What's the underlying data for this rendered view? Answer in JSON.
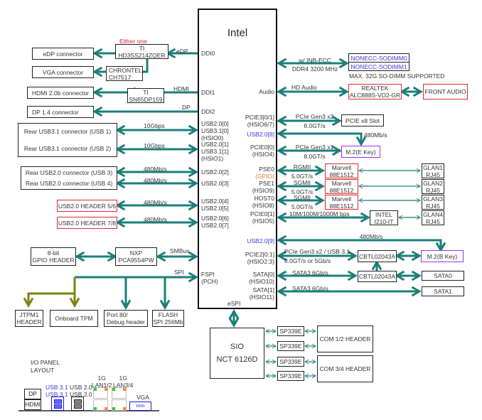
{
  "cpu": {
    "title": "Intel",
    "pins_left": {
      "ddi0": "DDI0",
      "ddi1": "DDI1",
      "ddi2": "DDI2",
      "usb0": [
        "USB2.0[0]",
        "USB3.1[0]",
        "(HSIO0)"
      ],
      "usb1": [
        "USB2.0[1]",
        "USB3.1[1]",
        "(HSIO1)"
      ],
      "usb2": "USB2.0[2]",
      "usb3": "USB2.0[3]",
      "usb45": [
        "USB2.0[4]",
        "USB2.0[5]"
      ],
      "usb67": [
        "USB2.0[6]",
        "USB2.0[7]"
      ],
      "fspi": [
        "FSPI",
        "(PCH)"
      ],
      "espi": "eSPI"
    },
    "pins_right": {
      "audio": "Audio",
      "pcie3": [
        "PCIE3[0/1]",
        "(HSIO6/7)"
      ],
      "usb8": "USB2.0[8]",
      "pcie00": [
        "PCIE0[0]",
        "(HSIO4)"
      ],
      "pse0": [
        "PSE0",
        "(GPIO)"
      ],
      "pse1": [
        "PSE1",
        "(HSIO9)"
      ],
      "host0": [
        "HOST0",
        "(HSIO8)"
      ],
      "pcie01": [
        "PCIE0[1]",
        "(HSIO5)"
      ],
      "usb9": "USB2.0[9]",
      "pcie2": [
        "PCIE2[0:1]",
        "(HSIO2:3)"
      ],
      "sata0": [
        "SATA[0]",
        "(HSIO10)"
      ],
      "sata1": [
        "SATA[1]",
        "(HSIO11)"
      ]
    }
  },
  "display": {
    "either_one": "Either one",
    "edp_label": "eDP",
    "hdmi_label": "HDMI",
    "dp_label": "DP",
    "ti_switch": [
      "TI",
      "HD3SS214ZQER"
    ],
    "chrontel": [
      "CHRONTEL",
      "CH7517"
    ],
    "ti_retimer": [
      "TI",
      "SN65DP159"
    ],
    "edp_connector": "eDP connector",
    "vga_connector": "VGA connector",
    "hdmi_connector": "HDMI 2.0b connector",
    "dp_connector": "DP 1.4 connector"
  },
  "usb": {
    "usb1": "Rear USB3.1 connector (USB 1)",
    "usb2": "Rear USB3.1 connector (USB 2)",
    "usb3": "Rear USB2.0 connector (USB 3)",
    "usb4": "Rear USB2.0 connector (USB 4)",
    "header56": "USB2.0 HEADER 5/6",
    "header78": "USB2.0 HEADER 7/8",
    "speed_10g": "10Gbps",
    "speed_480": "480Mb/s"
  },
  "misc_left": {
    "gpio_header": [
      "8-bit",
      "GPIO HEADER"
    ],
    "nxp": [
      "NXP",
      "PCA9554PW"
    ],
    "smbus": "SMBus",
    "spi": "SPI",
    "jtpm": [
      "JTPM1",
      "HEADER"
    ],
    "onboard_tpm": "Onboard TPM",
    "port80": [
      "Port 80/",
      "Debug header"
    ],
    "flash": [
      "FLASH",
      "SPI 256Mb"
    ]
  },
  "memory": {
    "link_top": "w/ INB-ECC",
    "link_bottom": "DDR4 3200 MHz",
    "sodimm0": "NONECC-SODIMM0",
    "sodimm1": "NONECC-SODIMM1",
    "note": "MAX. 32G SO-DIMM SUPPORTED"
  },
  "audio": {
    "link": "HD Audio",
    "codec": [
      "REALTEK",
      "ALC888S-VD2-GR"
    ],
    "front": "FRONT AUDIO"
  },
  "expansion": {
    "pcie3_link": [
      "PCIe Gen3 x2",
      "8.0GT/s"
    ],
    "pcie_slot": "PCIE x8 Slot",
    "usb8_speed": "480Mb/s",
    "pcie00_link": [
      "PCIe Gen3 x1",
      "8.0GT/s"
    ],
    "m2e": "M.2(E Key)",
    "usb9_speed": "480Mb/s",
    "pcie2_link": [
      "PCIe Gen3 x2 / USB 3.1",
      "8.0GT/s or 5Gb/s"
    ],
    "cbtl_a": "CBTL02043A",
    "cbtl_b": "CBTL02043A",
    "m2b": "M.2(B Key)",
    "sata_link": "SATA3 6Gb/s",
    "sata0": "SATA0",
    "sata1": "SATA1"
  },
  "lan": {
    "pse0_link": [
      "RGMII",
      "5.0GT/s"
    ],
    "pse1_link": [
      "SGMII",
      "5.0GT/s"
    ],
    "host0_link": [
      "SGMII",
      "5.0GT/s"
    ],
    "pcie01_link": "10M/100M/1000M bps",
    "phy": [
      "Marvell",
      "88E1512"
    ],
    "intel_nic": [
      "INTEL",
      "I210-IT"
    ],
    "glan1": [
      "GLAN1",
      "RJ45"
    ],
    "glan2": [
      "GLAN2",
      "RJ45"
    ],
    "glan3": [
      "GLAN3",
      "RJ45"
    ],
    "glan4": [
      "GLAN4",
      "RJ45"
    ]
  },
  "sio": {
    "title": [
      "SIO",
      "NCT 6126D"
    ],
    "transceiver": "SP339E",
    "com12": "COM 1/2 HEADER",
    "com34": "COM 3/4 HEADER"
  },
  "io_panel": {
    "title": [
      "I/O PANEL",
      "LAYOUT"
    ],
    "dp": "DP",
    "hdmi": "HDMI",
    "usb31": [
      "USB 3.1",
      "USB 3.1"
    ],
    "usb20": [
      "USB 2.0",
      "USB 2.0"
    ],
    "lan12": [
      "1G",
      "LAN1/2"
    ],
    "lan34": [
      "1G",
      "LAN3/4"
    ],
    "vga": "VGA"
  },
  "colors": {
    "link": "#1a7f7a",
    "tpm_link": "#7f7f14",
    "red_border": "#e0262b",
    "purple_border": "#9b30f0",
    "blue_text": "#3a3ad9",
    "orange_text": "#f07a2a",
    "lan_green": "#33cc33",
    "lan_orange": "#ff8a1a"
  }
}
